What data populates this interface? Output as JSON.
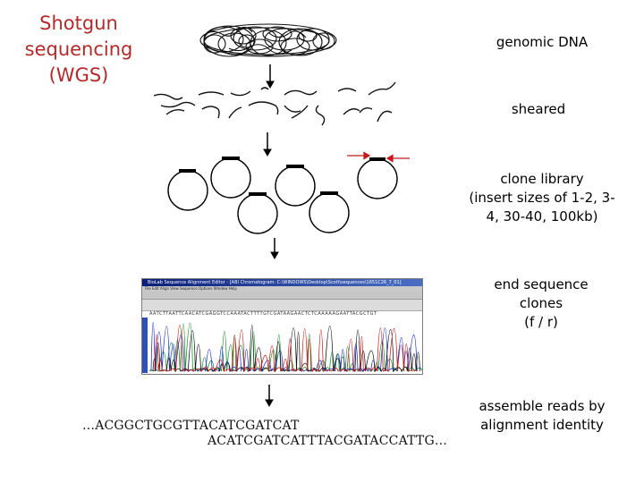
{
  "title": {
    "lines": [
      "Shotgun",
      "sequencing",
      "(WGS)"
    ],
    "color": "#b22a2a"
  },
  "steps": {
    "genomic": "genomic DNA",
    "sheared": "sheared",
    "clone_library": {
      "lines": [
        "clone library",
        "(insert sizes of 1-2, 3-",
        "4, 30-40, 100kb)"
      ]
    },
    "end_sequence": {
      "lines": [
        "end sequence",
        "clones",
        "(f / r)"
      ]
    },
    "assemble": {
      "lines": [
        "assemble reads by",
        "alignment identity"
      ]
    }
  },
  "reads": {
    "read1": "…ACGGCTGCGTTACATCGATCAT",
    "read2": "ACATCGATCATTTACGATACCATTG…"
  },
  "primer_arrow_color": "#c41a1a",
  "trace_colors": [
    "#1a8f2a",
    "#1a2fd0",
    "#111111",
    "#d01a1a"
  ],
  "screenshot": {
    "window_title": "BioLab Sequence Alignment Editor - [ABI Chromatogram: C:\\WINDOWS\\Desktop\\Scott\\sequences\\1651C26_7_01]",
    "menu": "File  Edit  Align  View  Sequence  Options  Window  Help",
    "bases": "AATCTTAATTCAACATCGAGGTCCAAATACTTTTGTCGATAAGAACTCTCAAAAAGAATTACGCTGT"
  }
}
